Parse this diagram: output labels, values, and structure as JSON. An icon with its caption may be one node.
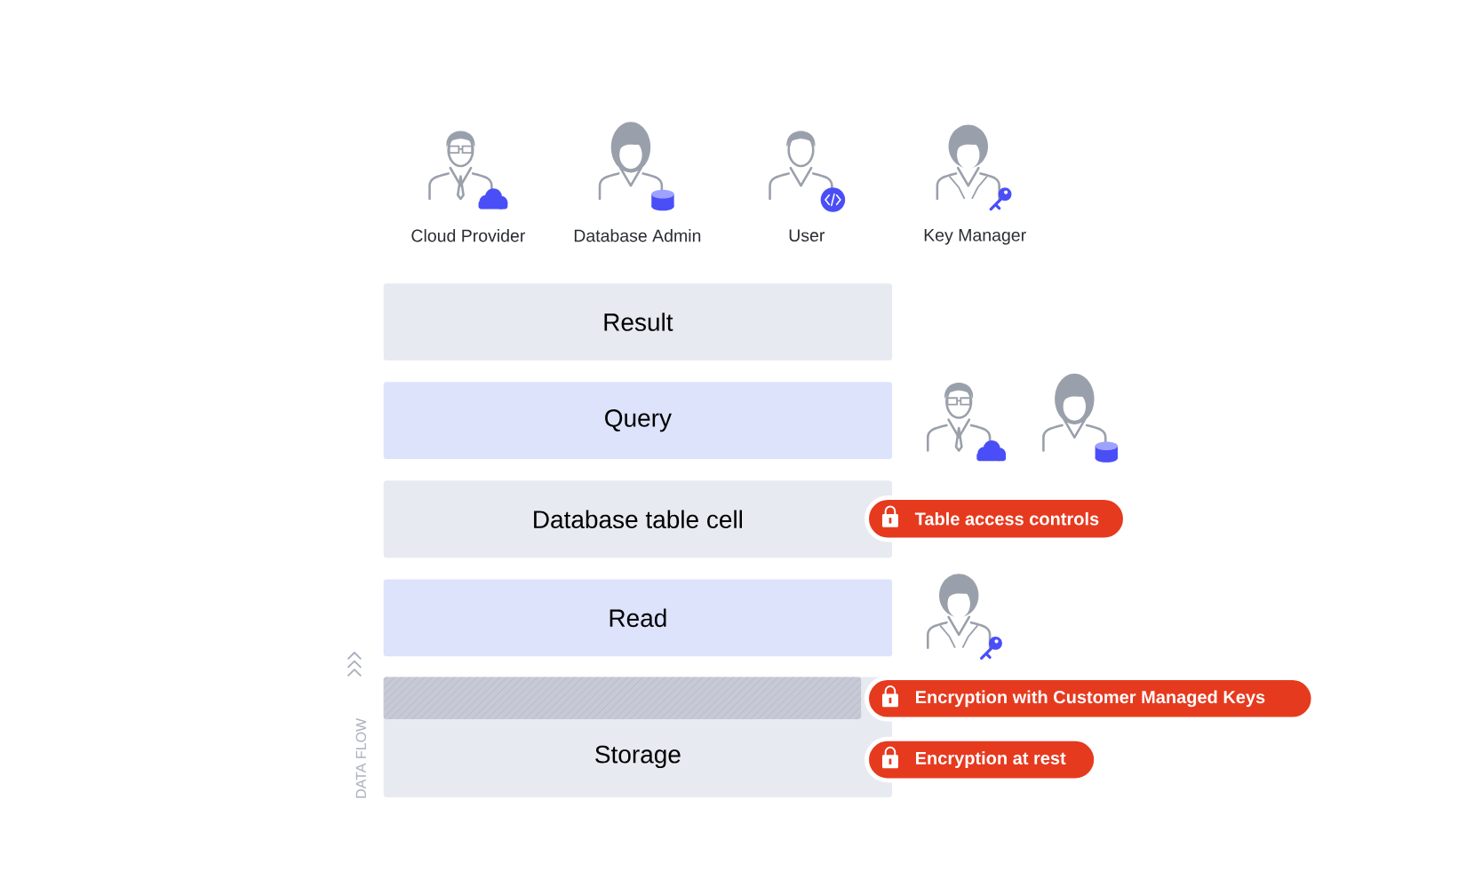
{
  "diagram": {
    "nodes": [
      {
        "text": [
          "Cloud Provider"
        ]
      },
      {
        "text": [
          "Database Admin"
        ]
      },
      {
        "text": [
          "User"
        ]
      },
      {
        "text": [
          "Key Manager"
        ]
      },
      {
        "text": [
          "Result"
        ]
      },
      {
        "text": [
          "Query"
        ]
      },
      {
        "text": [],
        "shape": "person"
      },
      {
        "text": [],
        "shape": "person"
      },
      {
        "text": [
          "Database table cell"
        ]
      },
      {
        "text": [
          "Table access controls"
        ]
      },
      {
        "text": [
          "Read"
        ]
      },
      {
        "text": [],
        "shape": "person"
      },
      {
        "text": [
          "Storage"
        ]
      },
      {
        "text": [],
        "shape": "bar",
        "in": 12
      },
      {
        "text": [
          "Encryption with Customer Managed Keys"
        ]
      },
      {
        "text": [
          "Encryption at rest"
        ]
      }
    ],
    "edges": [],
    "labels": [
      "DATA FLOW"
    ]
  }
}
